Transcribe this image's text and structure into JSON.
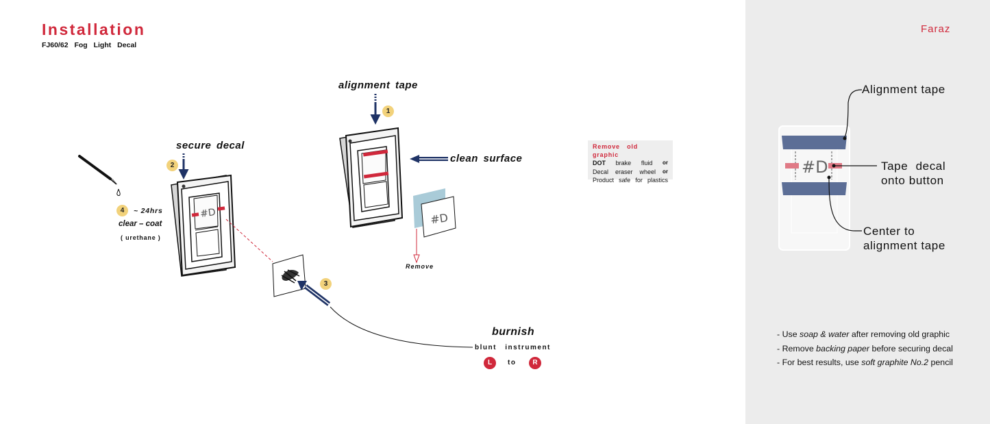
{
  "header": {
    "title": "Installation",
    "subtitle": "FJ60/62 Fog Light Decal"
  },
  "author": "Faraz",
  "steps": {
    "alignment_tape": "alignment tape",
    "clean_surface": "clean surface",
    "remove": "Remove",
    "secure_decal": "secure decal",
    "burnish": "burnish",
    "blunt_instrument": "blunt instrument",
    "burnish_from": "L",
    "burnish_to_word": "to",
    "burnish_to": "R",
    "clear_coat_time": "~ 24hrs",
    "clear_coat": "clear – coat",
    "clear_coat_type": "( urethane )",
    "numbers": [
      "1",
      "2",
      "3",
      "4"
    ]
  },
  "infobox": {
    "heading": "Remove old graphic",
    "line1": [
      "DOT",
      "brake",
      "fluid",
      "or"
    ],
    "line2": [
      "Decal",
      "eraser",
      "wheel",
      "or"
    ],
    "line3": [
      "Product",
      "safe",
      "for",
      "plastics"
    ]
  },
  "panel": {
    "alignment_tape": "Alignment tape",
    "tape_decal_1": "Tape decal",
    "tape_decal_2": "onto button",
    "center_1": "Center to",
    "center_2": "alignment tape"
  },
  "notes": [
    {
      "pre": "- Use ",
      "em": "soap & water",
      "post": " after removing old graphic"
    },
    {
      "pre": "- Remove ",
      "em": "backing paper",
      "post": " before securing decal"
    },
    {
      "pre": "- For best results, use ",
      "em": "soft graphite No.2",
      "post": " pencil"
    }
  ],
  "colors": {
    "accent": "#d0283b",
    "arrow_navy": "#1f3366",
    "badge_yellow": "#f2d27b",
    "tape_blue": "#5c6e96",
    "decal_red": "#d0283b",
    "panel_bg": "#ececec"
  }
}
